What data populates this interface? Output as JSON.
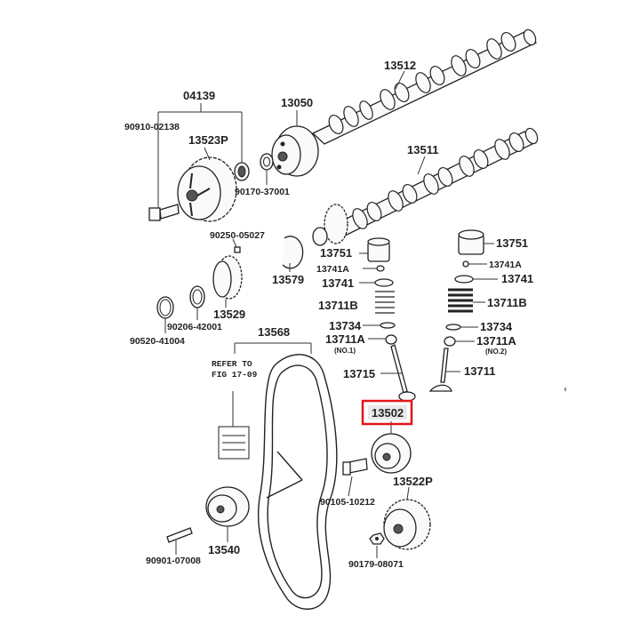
{
  "highlight_color": "#e0161b",
  "labels": {
    "p04139": "04139",
    "p90910": "90910-02138",
    "p13523": "13523P",
    "p13050": "13050",
    "p13512": "13512",
    "p13511": "13511",
    "p90170": "90170-37001",
    "p90250": "90250-05027",
    "p13579": "13579",
    "p13529": "13529",
    "p90206": "90206-42001",
    "p90520": "90520-41004",
    "p13568": "13568",
    "refer1": "REFER TO",
    "refer2": "FIG 17-09",
    "p13751a": "13751",
    "p13741Aa": "13741A",
    "p13741a": "13741",
    "p13711Ba": "13711B",
    "p13734a": "13734",
    "p13711Aa": "13711A",
    "no1": "(NO.1)",
    "p13715": "13715",
    "p13502": "13502",
    "p13751b": "13751",
    "p13741Ab": "13741A",
    "p13741b": "13741",
    "p13711Bb": "13711B",
    "p13734b": "13734",
    "p13711Ab": "13711A",
    "no2": "(NO.2)",
    "p13711": "13711",
    "p90105": "90105-10212",
    "p13522": "13522P",
    "p90179": "90179-08071",
    "p13540": "13540",
    "p90901": "90901-07008"
  }
}
